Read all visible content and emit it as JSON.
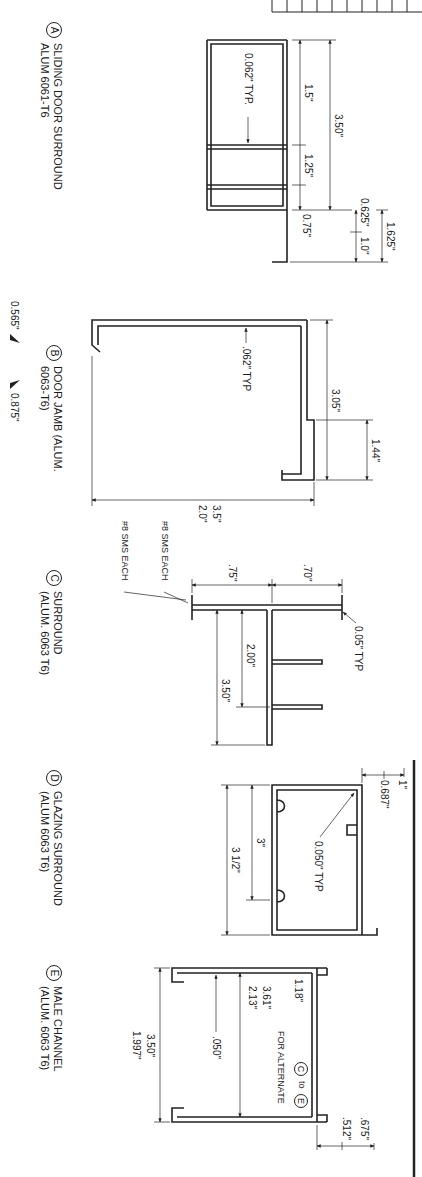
{
  "diagram": {
    "labels": [
      "1.625\"",
      "0.625\"",
      "1.0\"",
      "3.50\"",
      "1.5\"",
      "1.25\"",
      "0.75\"",
      "0.062\" TYP.",
      "A",
      "SLIDING DOOR SURROUND ALUM 6061-T6",
      "3.05\"",
      "1.44\"",
      ".062\" TYP",
      "3.5\"",
      "2.0\"",
      "0.565\"",
      "0.875\"",
      "B",
      "DOOR JAMB (ALUM. 6063-T6)",
      "0.05\" TYP",
      ".70\"",
      ".75\"",
      "2.00\"",
      "3.50\"",
      "C",
      "SURROUND (ALUM. 6063 T6)",
      "1\"",
      "0.687\"",
      "0.050\" TYP",
      "3\"",
      "3 1/2\"",
      "D",
      "GLAZING SURROUND (ALUM 6063 T6)",
      "3.61\"",
      "2.13\"",
      ".675\"",
      ".512\"",
      "1.18\"",
      ".050\"",
      "FOR ALTERNATE",
      "C",
      "to",
      "E",
      "3.50\"",
      "1.997\"",
      "E",
      "MALE CHANNEL (ALUM. 6063 T6)",
      "#8 SMS EACH",
      "#8 SMS EACH"
    ]
  }
}
